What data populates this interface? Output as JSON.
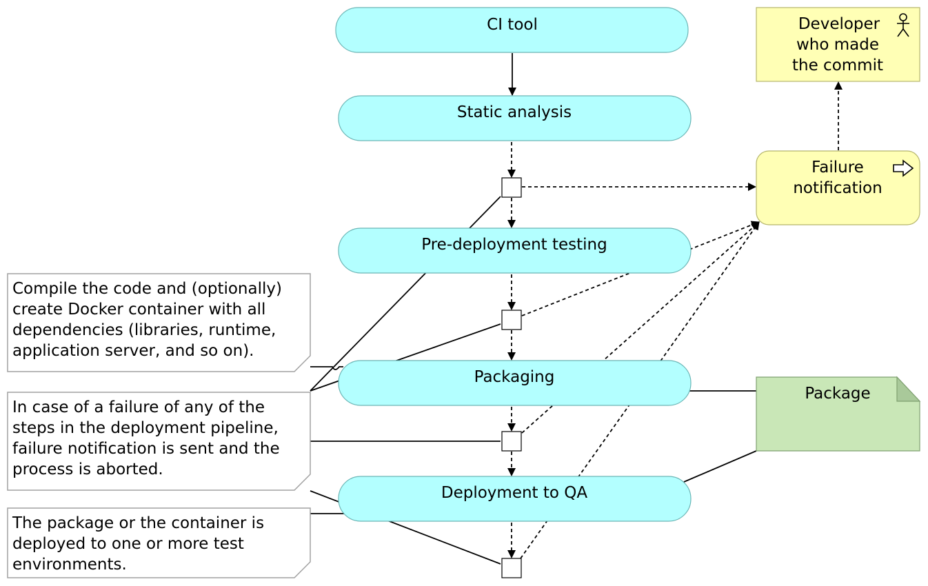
{
  "processes": {
    "ci_tool": "CI tool",
    "static_analysis": "Static analysis",
    "pre_deployment_testing": "Pre-deployment testing",
    "packaging": "Packaging",
    "deployment_to_qa": "Deployment to QA"
  },
  "failure_notification": [
    "Failure",
    "notification"
  ],
  "developer": [
    "Developer",
    "who made",
    "the commit"
  ],
  "package": "Package",
  "notes": {
    "compile": [
      "Compile the code and (optionally)",
      "create Docker container with all",
      "dependencies (libraries, runtime,",
      "application server, and so on)."
    ],
    "failure": [
      "In case of a failure of any of the",
      "steps in the deployment pipeline,",
      "failure notification is sent and the",
      "process is aborted."
    ],
    "deploy": [
      "The package or the container is",
      "deployed to one or more test",
      "environments."
    ]
  },
  "colors": {
    "process_fill": "#b3ffff",
    "process_stroke": "#6bb5b5",
    "business_fill": "#ffffb5",
    "business_stroke": "#b5b56b",
    "artifact_fill": "#c9e7b7",
    "artifact_stroke": "#7fa070",
    "note_stroke": "#a0a0a0"
  },
  "icons": {
    "developer": "actor-icon",
    "failure_notification": "event-arrow-icon",
    "junctions": "junction-box"
  }
}
